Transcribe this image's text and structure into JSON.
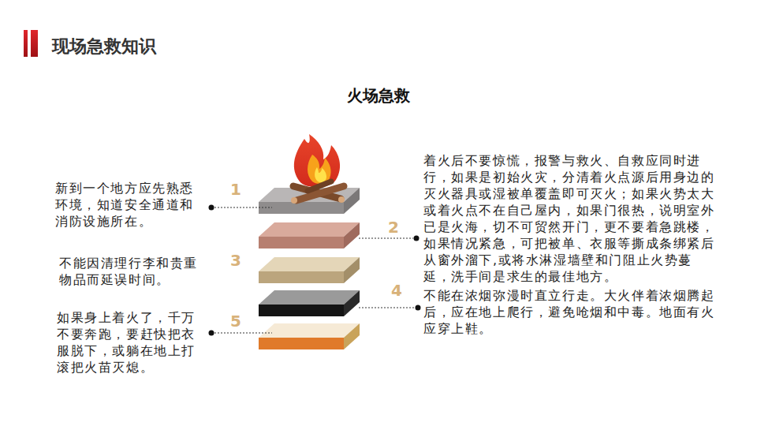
{
  "diagram": {
    "title": "现场急救知识",
    "labels": [
      "火场急救",
      "1",
      "新到一个地方应先熟悉环境，知道安全通道和消防设施所在。",
      "2",
      "着火后不要惊慌，报警与救火、自救应同时进行，如果是初始火灾，分清着火点源后用身边的灭火器具或湿被单覆盖即可灭火；如果火势太大或着火点不在自己屋内，如果门很热，说明室外已是火海，切不可贸然开门，更不要着急跳楼，如果情况紧急，可把被单、衣服等撕成条绑紧后从窗外溜下,或将水淋湿墙壁和门阻止火势蔓延，洗手间是求生的最佳地方。",
      "3",
      "不能因清理行李和贵重物品而延误时间。",
      "4",
      "不能在浓烟弥漫时直立行走。大火伴着浓烟腾起后，应在地上爬行，避免呛烟和中毒。地面有火应穿上鞋。",
      "5",
      "如果身上着火了，千万不要奔跑，要赶快把衣服脱下，或躺在地上打滚把火苗灭熄。"
    ]
  }
}
